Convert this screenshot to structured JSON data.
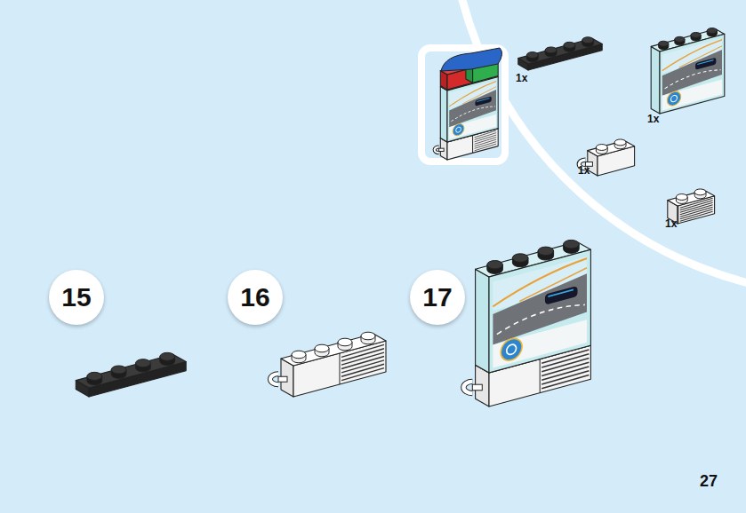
{
  "diagram": {
    "nodes": [
      {
        "text": [
          "15"
        ]
      },
      {
        "text": [
          "16"
        ]
      },
      {
        "text": [
          "17"
        ]
      }
    ],
    "labels": [
      "1x",
      "1x",
      "1x",
      "1x",
      "27"
    ]
  }
}
